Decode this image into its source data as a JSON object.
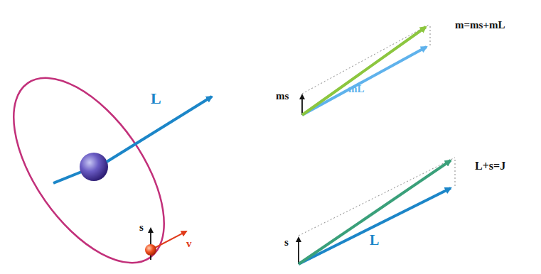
{
  "diagram": {
    "labels": [
      "L",
      "s",
      "v",
      "ms",
      "mL",
      "m=ms+mL",
      "s",
      "L",
      "L+s=J"
    ]
  }
}
